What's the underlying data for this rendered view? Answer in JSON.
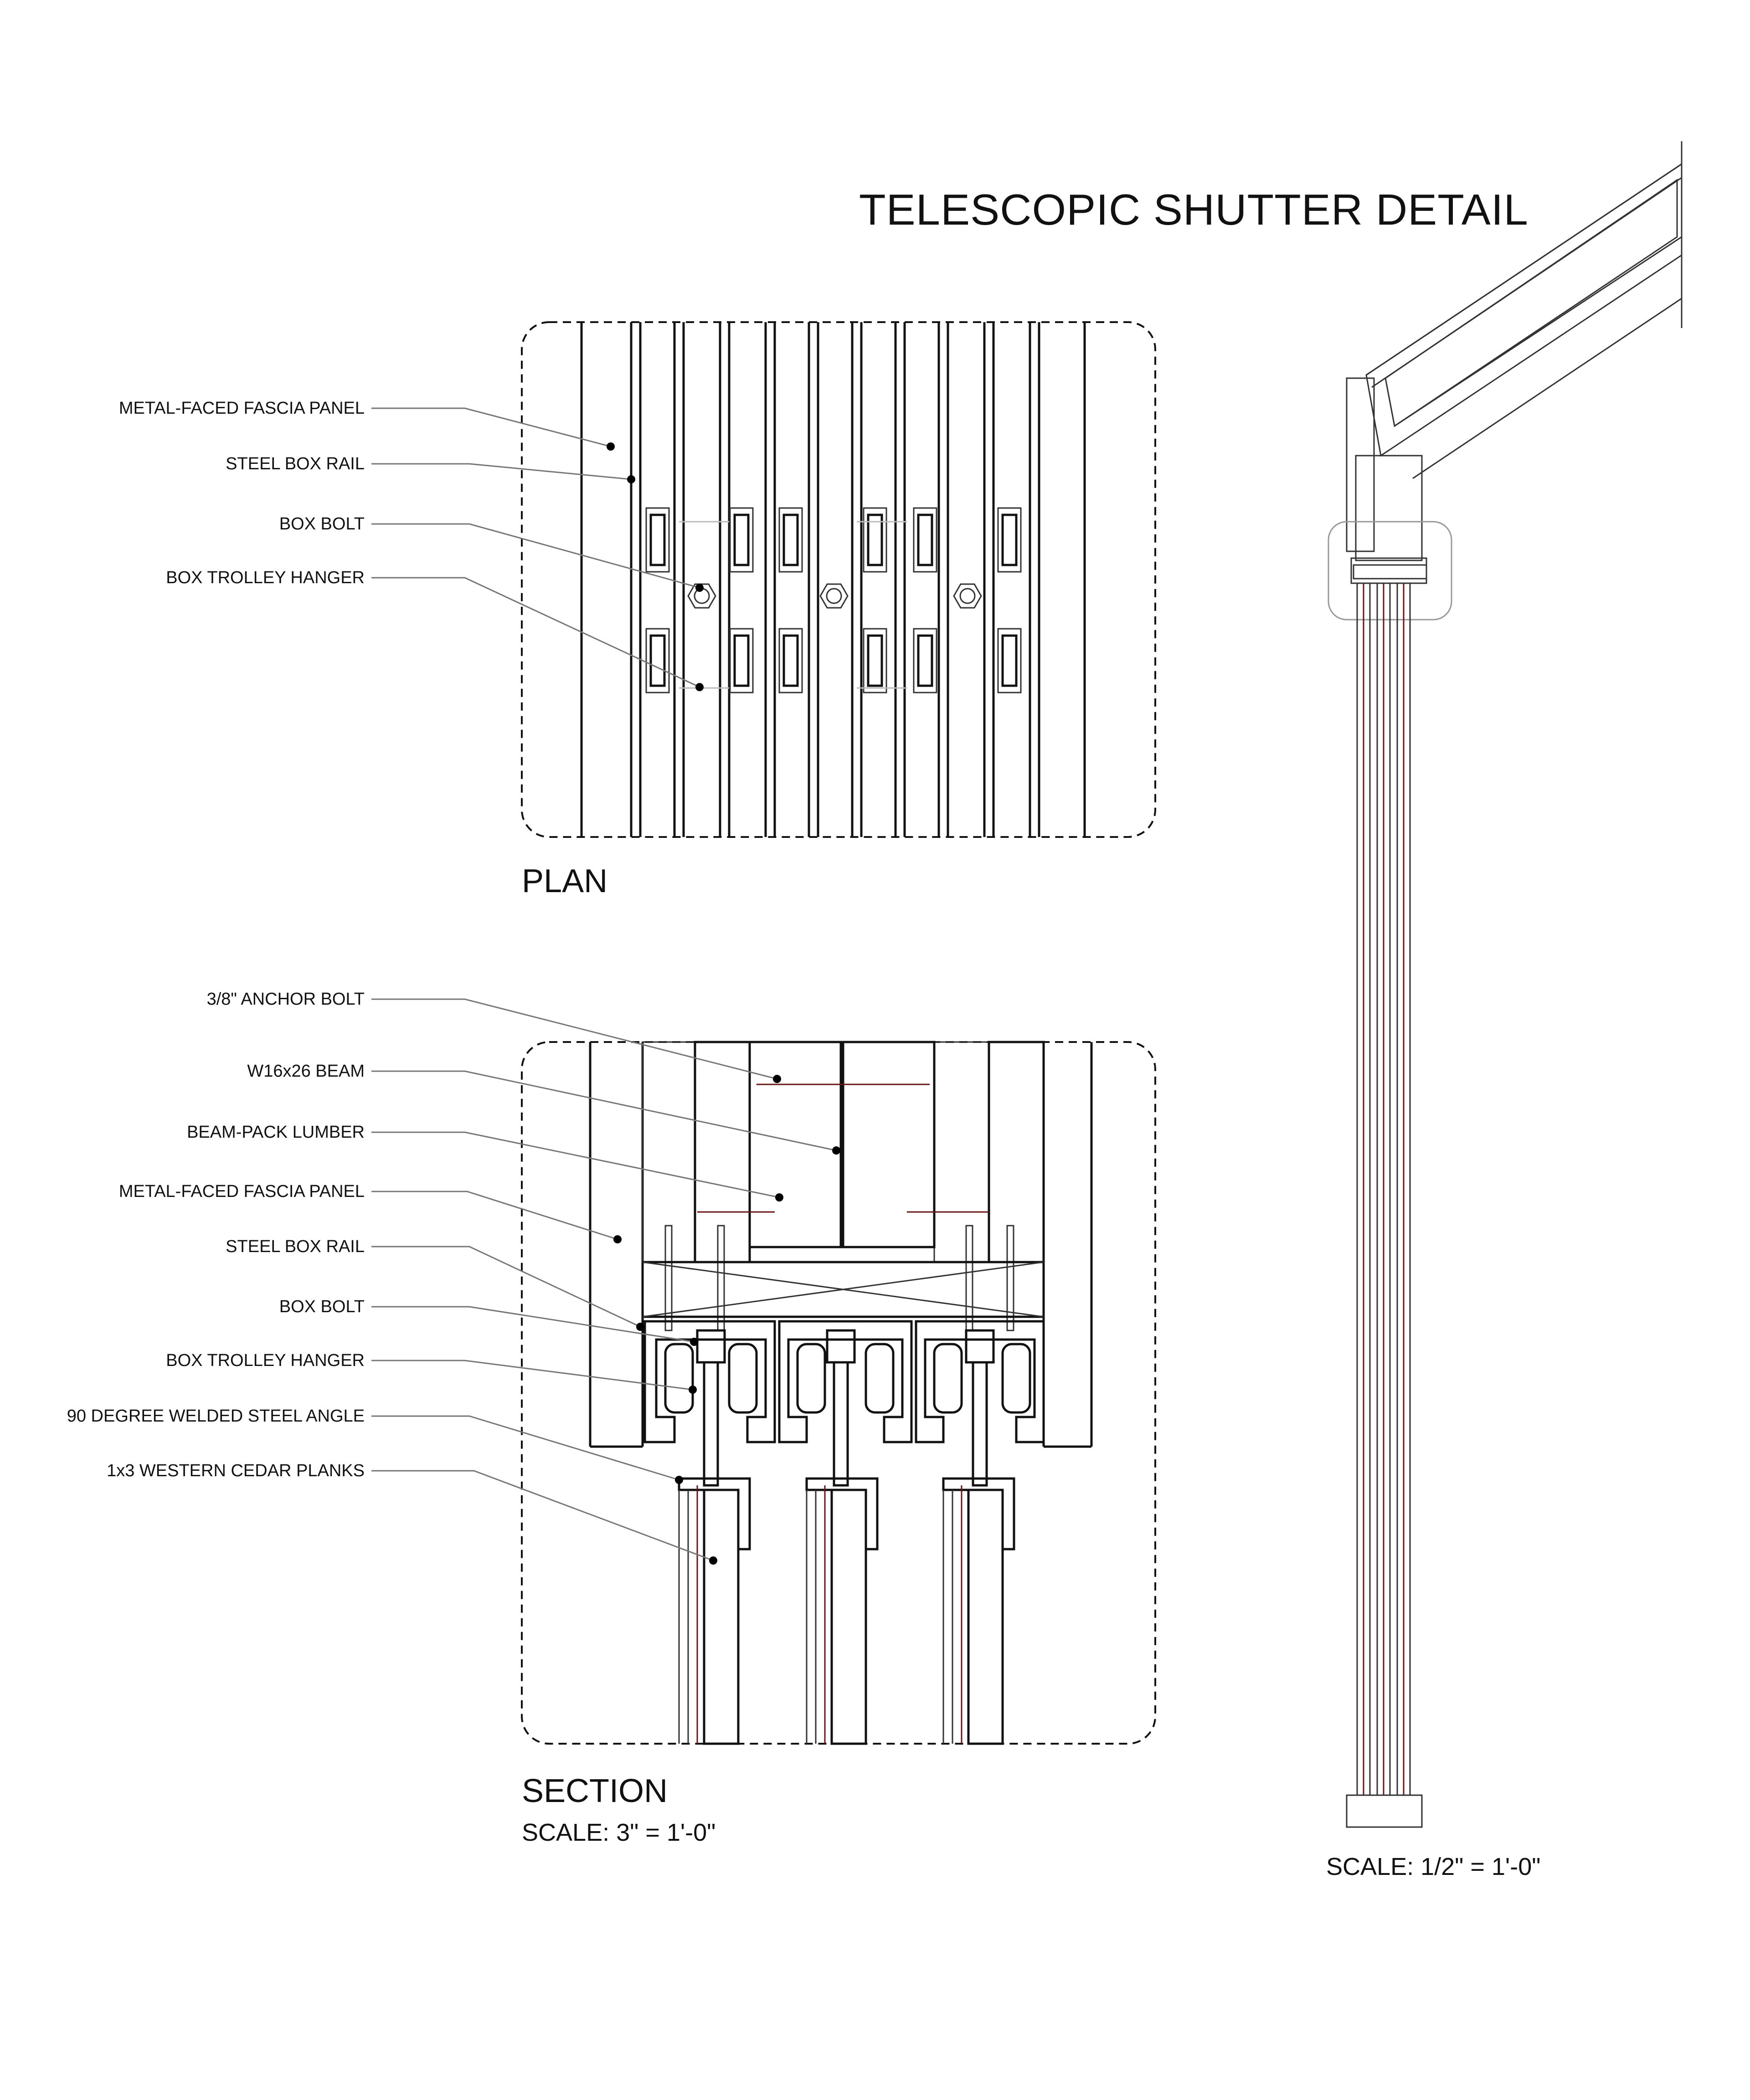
{
  "title": "TELESCOPIC SHUTTER DETAIL",
  "plan": {
    "label": "PLAN",
    "callouts": [
      "METAL-FACED FASCIA PANEL",
      "STEEL BOX RAIL",
      "BOX BOLT",
      "BOX TROLLEY HANGER"
    ]
  },
  "section": {
    "label": "SECTION",
    "scale": "SCALE: 3\" = 1'-0\"",
    "callouts": [
      "3/8\" ANCHOR BOLT",
      "W16x26 BEAM",
      "BEAM-PACK LUMBER",
      "METAL-FACED FASCIA PANEL",
      "STEEL BOX RAIL",
      "BOX BOLT",
      "BOX TROLLEY HANGER",
      "90 DEGREE WELDED STEEL ANGLE",
      "1x3 WESTERN CEDAR PLANKS"
    ]
  },
  "elevation": {
    "scale": "SCALE: 1/2\" = 1'-0\""
  }
}
